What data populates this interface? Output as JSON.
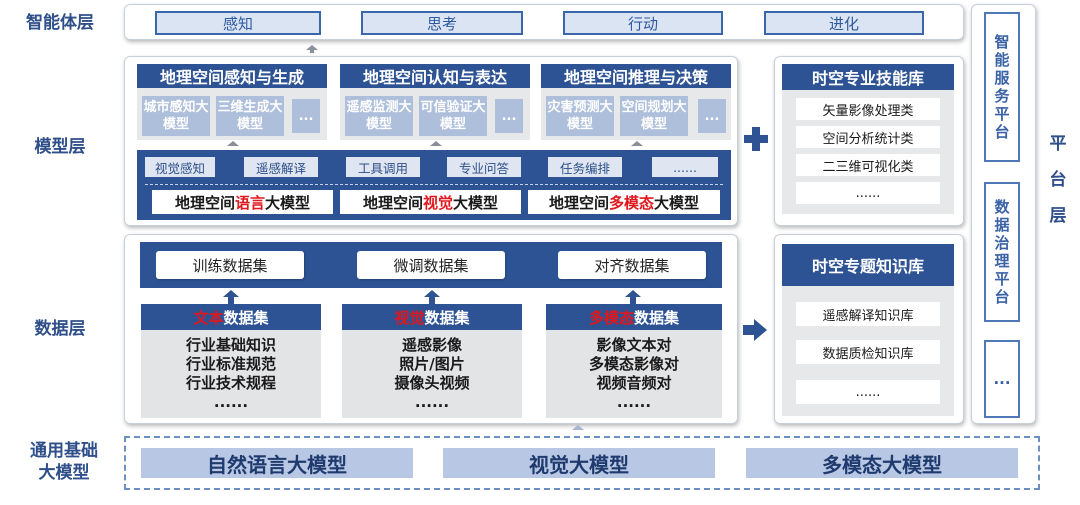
{
  "layers": {
    "agent": "智能体层",
    "model": "模型层",
    "data": "数据层",
    "foundation": "通用基础大模型",
    "platform": "平台层"
  },
  "agent_items": [
    "感知",
    "思考",
    "行动",
    "进化"
  ],
  "model_columns": [
    {
      "header": "地理空间感知与生成",
      "subs": [
        "城市感知大模型",
        "三维生成大模型",
        "..."
      ]
    },
    {
      "header": "地理空间认知与表达",
      "subs": [
        "遥感监测大模型",
        "可信验证大模型",
        "..."
      ]
    },
    {
      "header": "地理空间推理与决策",
      "subs": [
        "灾害预测大模型",
        "空间规划大模型",
        "..."
      ]
    }
  ],
  "capability_tags": [
    "视觉感知",
    "遥感解译",
    "工具调用",
    "专业问答",
    "任务编排",
    "......"
  ],
  "geo_models": [
    {
      "prefix": "地理空间",
      "highlight": "语言",
      "suffix": "大模型"
    },
    {
      "prefix": "地理空间",
      "highlight": "视觉",
      "suffix": "大模型"
    },
    {
      "prefix": "地理空间",
      "highlight": "多模态",
      "suffix": "大模型"
    }
  ],
  "skill_lib": {
    "title": "时空专业技能库",
    "items": [
      "矢量影像处理类",
      "空间分析统计类",
      "二三维可视化类",
      "......"
    ]
  },
  "dataset_types": [
    "训练数据集",
    "微调数据集",
    "对齐数据集"
  ],
  "datasets": [
    {
      "highlight": "文本",
      "suffix": "数据集",
      "lines": [
        "行业基础知识",
        "行业标准规范",
        "行业技术规程",
        "......"
      ]
    },
    {
      "highlight": "视觉",
      "suffix": "数据集",
      "lines": [
        "遥感影像",
        "照片/图片",
        "摄像头视频",
        "......"
      ]
    },
    {
      "highlight": "多模态",
      "suffix": "数据集",
      "lines": [
        "影像文本对",
        "多模态影像对",
        "视频音频对",
        "......"
      ]
    }
  ],
  "knowledge_lib": {
    "title": "时空专题知识库",
    "items": [
      "遥感解译知识库",
      "数据质检知识库",
      "......"
    ]
  },
  "foundation_models": [
    "自然语言大模型",
    "视觉大模型",
    "多模态大模型"
  ],
  "platform_items": [
    "智能服务平台",
    "数据治理平台",
    "..."
  ],
  "colors": {
    "navy": "#2d5394",
    "light_blue": "#aebfdc",
    "highlight_red": "#e0171d",
    "label": "#2f4f8a"
  }
}
